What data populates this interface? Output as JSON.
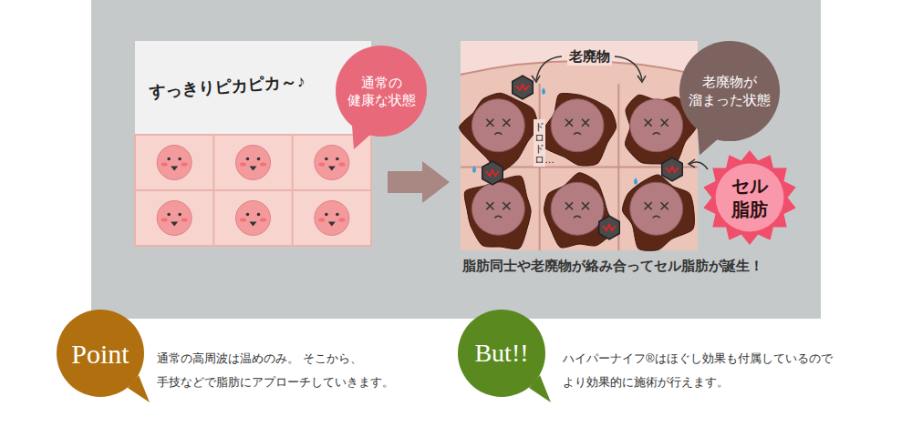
{
  "diagram": {
    "nodes": [
      {
        "text": [
          "すっきりピカピカ～♪"
        ]
      },
      {
        "text": [
          "通常の 健康な状態"
        ]
      },
      {
        "text": [
          "老廃物",
          "ドロドロ…"
        ]
      },
      {
        "text": [
          "老廃物が 溜まった状態"
        ]
      },
      {
        "text": [
          "セル 脂肪"
        ]
      },
      {
        "text": [
          "Point"
        ]
      },
      {
        "text": [
          "But!!"
        ]
      }
    ],
    "edges": [
      {
        "from": 0,
        "to": 2,
        "arrow": "to"
      }
    ],
    "labels": [
      "脂肪同士や老廃物が絡み合ってセル脂肪が誕生！",
      "通常の高周波は温めのみ。 そこから、手技などで脂肪にアプローチしていきます。",
      "ハイパーナイフ®はほぐし効果も付属しているので より効果的に施術が行えます。"
    ]
  }
}
